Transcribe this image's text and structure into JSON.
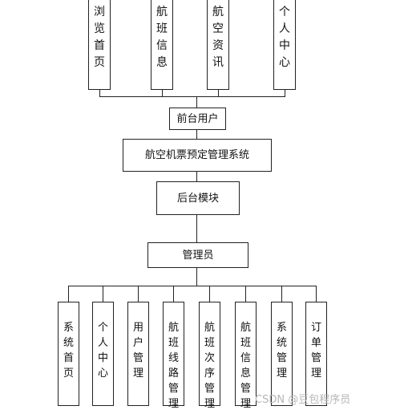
{
  "top_modules": [
    {
      "label": "浏览首页"
    },
    {
      "label": "航班信息"
    },
    {
      "label": "航空资讯"
    },
    {
      "label": "个人中心"
    }
  ],
  "frontend_user": "前台用户",
  "system_title": "航空机票预定管理系统",
  "backend_module": "后台模块",
  "admin": "管理员",
  "admin_modules": [
    {
      "label": "系统首页"
    },
    {
      "label": "个人中心"
    },
    {
      "label": "用户管理"
    },
    {
      "label": "航班线路管理"
    },
    {
      "label": "航班次序管理"
    },
    {
      "label": "航班信息管理"
    },
    {
      "label": "系统管理"
    },
    {
      "label": "订单管理"
    }
  ],
  "watermark": "CSDN @豆包程序员"
}
